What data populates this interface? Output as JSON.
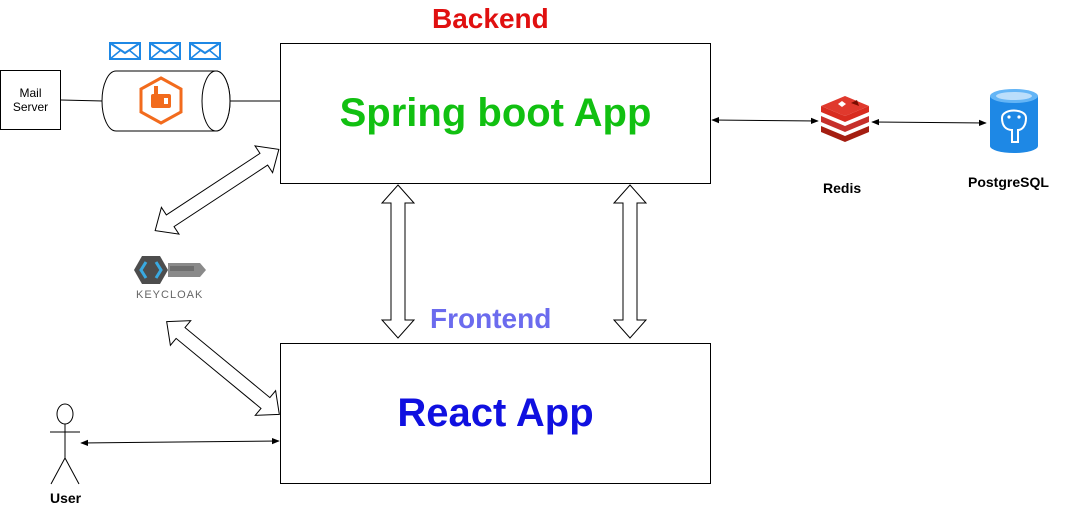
{
  "backend": {
    "title": "Backend",
    "color": "#e01010"
  },
  "frontend": {
    "title": "Frontend",
    "color": "#6b6bee"
  },
  "spring_app": {
    "label": "Spring boot App",
    "color": "#11c011"
  },
  "react_app": {
    "label": "React App",
    "color": "#1010e0"
  },
  "mail_server": {
    "line1": "Mail",
    "line2": "Server"
  },
  "redis": {
    "label": "Redis",
    "color": "#c6302b"
  },
  "postgres": {
    "label": "PostgreSQL",
    "color": "#1e88e5"
  },
  "keycloak": {
    "label": "KEYCLOAK"
  },
  "user": {
    "label": "User"
  },
  "rabbitmq": {
    "color": "#f26b1d"
  },
  "envelope": {
    "color": "#1e88e5",
    "count": 3
  }
}
